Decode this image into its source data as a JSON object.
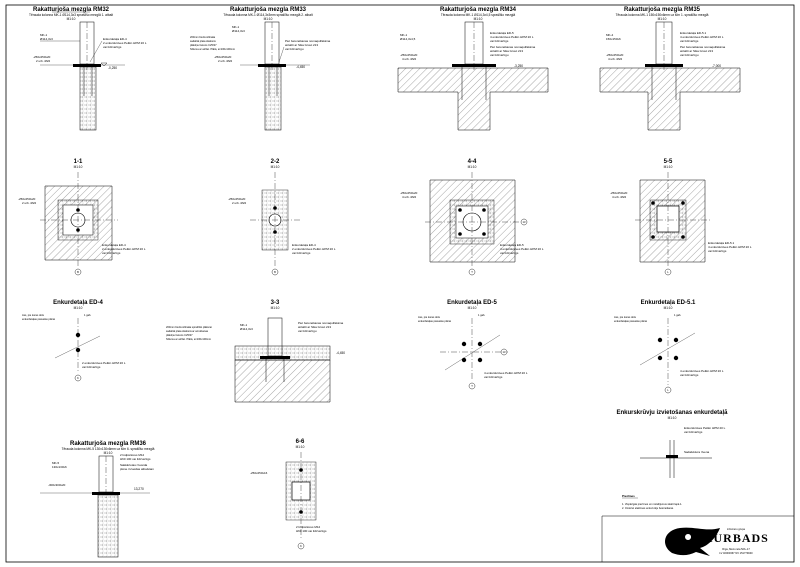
{
  "nodes": [
    {
      "title": "Rakatturjoša mezgla RM32",
      "sub": "Tērauda kolonna MK-1 Ø114,3x3 sprašlīšo mezglā 1. atbalt",
      "scale": "M1:10",
      "callouts": [
        "Enkurdetaļa ED-4",
        "2 enkurskrūves Pelikn HPM 20 L",
        "vai līdzvērtīgs"
      ],
      "side": [
        "MK-1",
        "Ø114,3x3"
      ],
      "plate": [
        "-250x250x20",
        "2 urb. Ø22"
      ],
      "level": "-0,250"
    },
    {
      "title": "Rakatturjoša mezgla RM33",
      "sub": "Tērauda kolonna MK-1 Ø114,3x3mm sprašlīšo mezglā 2. atbalt",
      "scale": "M1:10",
      "callouts": [
        "Pēc betonēšanas nomaquillētāma",
        "atzalīti ar Sika Grout 213",
        "vai līdzvērtīgu"
      ],
      "side": [
        "MK-1",
        "Ø114,3x3",
        "200mm biezā siltināta",
        "sadalītā plata slieksnā",
        "plākšņu betons C25/37",
        "Siltuma ar aizliet. Plātā, a=100x100mm"
      ],
      "plate": [
        "-250x250x20",
        "2 urb. Ø22"
      ],
      "level": "-4,450"
    },
    {
      "title": "Rakatturjoša mezgla RM34",
      "sub": "Tērauda kolonna MK-1 Ø114,3x4,5 sprašlīšo mezglā",
      "scale": "M1:10",
      "callouts": [
        "Enkurdetaļa ED-5",
        "4 enkurskrūves Pelikn HPM 20 L",
        "vai līdzvērtīgs",
        "Pēc betonēšanas nomaquillētāma",
        "atzalīti ar Sika Grout 213",
        "vai līdzvērtīgu"
      ],
      "side": [
        "MK-1",
        "Ø114,3x4,5",
        "-250x250x20",
        "4 urb. Ø22"
      ],
      "plate": [],
      "level": "-3,250"
    },
    {
      "title": "Rakatturjoša mezgla RM35",
      "sub": "Tērauda kolonna MK-1 150x150x6mm uz šīm 1. sprašlīšo mezglā",
      "scale": "M1:10",
      "callouts": [
        "Enkurdetaļa ED-5.1",
        "4 enkurskrūves Pelikn HPM 20 L",
        "vai līdzvērtīgs",
        "Pēc betonēšanas nomaquillētāma",
        "atzalīti ar Sika Grout 213",
        "vai līdzvērtīgu"
      ],
      "side": [
        "MK-4",
        "150x150x6",
        "-250x250x20",
        "4 urb. Ø22"
      ],
      "plate": [],
      "level": "-7,000"
    }
  ],
  "sections": [
    {
      "title": "1-1",
      "scale": "M1:10",
      "plate": [
        "-250x250x20",
        "2 urb. Ø22"
      ],
      "callouts": [
        "Enkurdetaļa ED-4",
        "2 enkurskrūves Pelikn HPM 20 L",
        "vai līdzvērtīgs"
      ],
      "axis": "B"
    },
    {
      "title": "2-2",
      "scale": "M1:10",
      "plate": [
        "-250x250x20",
        "2 urb. Ø22"
      ],
      "callouts": [
        "Enkurdetaļa ED-4",
        "2 enkurskrūves Pelikn HPM 20 L",
        "vai līdzvērtīgs"
      ],
      "axis": "B"
    },
    {
      "title": "4-4",
      "scale": "M1:10",
      "plate": [
        "-250x250x20",
        "4 urb. Ø22"
      ],
      "callouts": [
        "Enkurdetaļa ED-5",
        "4 enkurskrūves Pelikn HPM 20 L",
        "vai līdzvērtīgs"
      ],
      "axis": "T",
      "axis2": "13"
    },
    {
      "title": "5-5",
      "scale": "M1:10",
      "plate": [
        "-250x250x20",
        "4 urb. Ø22"
      ],
      "callouts": [
        "Enkurdetaļa ED-5.1",
        "4 enkurskrūves Pelikn HPM 20 L",
        "vai līdzvērtīgs"
      ],
      "axis": "L"
    }
  ],
  "anchors": [
    {
      "title": "Enkurdetaļa ED-4",
      "scale": "M1:10",
      "note": [
        "Ass, pie kuras dots",
        "enkurdetaļas piesaiste plānā"
      ],
      "dim": "1 gab.",
      "callouts": [
        "2 enkurskrūves Pelikn HPM 20 L",
        "vai līdzvērtīgs"
      ],
      "axis": "K"
    },
    {
      "title": "Enkurdetaļa ED-5",
      "scale": "M1:10",
      "note": [
        "Ass, pie kuras dots",
        "enkurdetaļas piesaiste plānā"
      ],
      "dim": "1 gab.",
      "callouts": [
        "4 enkurskrūves Pelikn HPM 20 L",
        "vai līdzvērtīgs"
      ],
      "axis": "T",
      "axis2": "13"
    },
    {
      "title": "Enkurdetaļa ED-5.1",
      "scale": "M1:10",
      "note": [
        "Ass, pie kuras dots",
        "enkurdetaļas piesaiste plānā"
      ],
      "dim": "1 gab.",
      "callouts": [
        "4 enkurskrūves Pelikn HPM 20 L",
        "vai līdzvērtīgs"
      ],
      "axis": "L"
    }
  ],
  "section33": {
    "title": "3-3",
    "scale": "M1:10",
    "left": [
      "200mm biezā siltināta sprašlīšo plāksnē",
      "sadalītā plata slieksnā ar armēšanas",
      "plākšņu betons C25/37",
      "Siltuma ar aizliet. Plātā, a=100x100mm"
    ],
    "right": [
      "Pēc betonēšanas nomaquillētāma",
      "atzalīti ar Sika Grout 213",
      "vai līdzvērtīgu"
    ],
    "side": [
      "MK-1",
      "Ø114,3x3"
    ],
    "level": "-4,450"
  },
  "rm36": {
    "title": "Rakatturjoša mezgla RM36",
    "sub": "Tērauda kolonna MK-5 130x130x6mm uz šīm 6. sprašlīšo mezglā",
    "scale": "M1:10",
    "side": [
      "MK-5",
      "130x130x6"
    ],
    "plate": [
      "-300x300x20"
    ],
    "callouts": [
      "2 lūdpārtores M12",
      "H60 100 vai līdzvērtīgs",
      "Sakkārtotas rīvveida",
      "plēne rīvveidas atbalstam"
    ],
    "level": "13,270"
  },
  "section66": {
    "title": "6-6",
    "scale": "M1:10",
    "plate": "-250x250x16",
    "callouts": [
      "2 lūdpārtores M12",
      "H60 100 vai līdzvērtīgs"
    ],
    "axis": "K"
  },
  "bolts": {
    "title": "Enkurskrūvju izvietošanas enkurdetaļā",
    "scale": "M1:10",
    "callouts": [
      "Enkurskrūves Pelikn HPM 20 L",
      "vai līdzvērtīgs",
      "Sadaluktura rīvena"
    ]
  },
  "notes": {
    "title": "Piezīmes",
    "items": [
      "1. Vispārīgās piezīmes un norādījumus skatīt lapā 1.",
      "2. Izmēriet elektroes enkurvrēju betonēšanai."
    ]
  },
  "logo": {
    "top": "inženieru grupa",
    "name": "KURBADS",
    "address": "Rīga, Meiru iela 52b–17",
    "reg": "LV 40003367 NV 151779040"
  },
  "colors": {
    "line": "#000000",
    "paper": "#ffffff"
  }
}
